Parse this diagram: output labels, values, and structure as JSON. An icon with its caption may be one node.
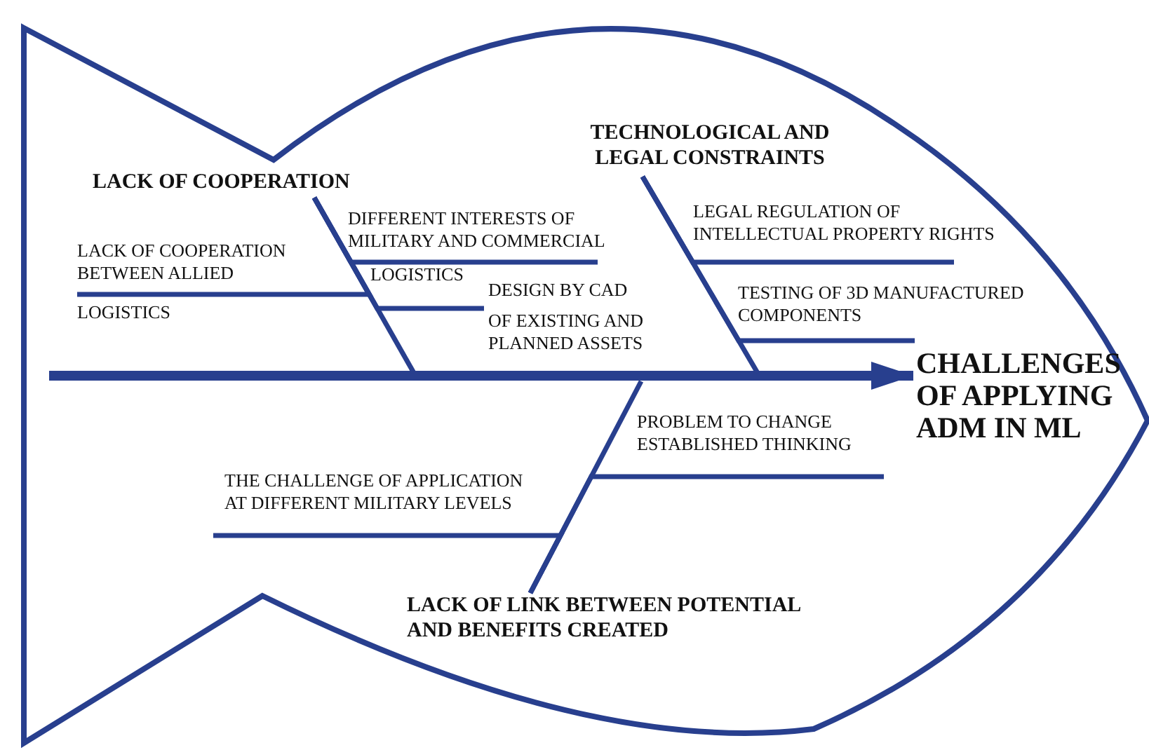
{
  "diagram": {
    "nodes": [
      {
        "text": [
          "CHALLENGES OF APPLYING ADM IN ML"
        ]
      },
      {
        "text": [
          "LACK OF COOPERATION"
        ]
      },
      {
        "text": [
          "LACK OF COOPERATION BETWEEN ALLIED",
          "LOGISTICS"
        ]
      },
      {
        "text": [
          "DIFFERENT INTERESTS OF MILITARY AND COMMERCIAL",
          "LOGISTICS"
        ]
      },
      {
        "text": [
          "DESIGN BY CAD",
          "OF EXISTING AND PLANNED ASSETS"
        ]
      },
      {
        "text": [
          "TECHNOLOGICAL AND LEGAL CONSTRAINTS"
        ]
      },
      {
        "text": [
          "LEGAL REGULATION OF INTELLECTUAL PROPERTY RIGHTS"
        ]
      },
      {
        "text": [
          "TESTING OF 3D MANUFACTURED COMPONENTS"
        ]
      },
      {
        "text": [
          "LACK OF LINK BETWEEN POTENTIAL AND BENEFITS CREATED"
        ]
      },
      {
        "text": [
          "PROBLEM TO CHANGE ESTABLISHED THINKING"
        ]
      },
      {
        "text": [
          "THE CHALLENGE OF APPLICATION AT DIFFERENT MILITARY LEVELS"
        ]
      }
    ],
    "edges": [
      {
        "from": null,
        "to": 0,
        "arrow": "to",
        "style": "thick"
      },
      {
        "from": 1,
        "to": null,
        "arrow": "none"
      },
      {
        "from": 5,
        "to": null,
        "arrow": "none"
      },
      {
        "from": 8,
        "to": null,
        "arrow": "none"
      },
      {
        "from": 2,
        "to": 1,
        "arrow": "none"
      },
      {
        "from": 3,
        "to": 1,
        "arrow": "none"
      },
      {
        "from": 4,
        "to": 1,
        "arrow": "none"
      },
      {
        "from": 6,
        "to": 5,
        "arrow": "none"
      },
      {
        "from": 7,
        "to": 5,
        "arrow": "none"
      },
      {
        "from": 9,
        "to": 8,
        "arrow": "none"
      },
      {
        "from": 10,
        "to": 8,
        "arrow": "none"
      }
    ]
  }
}
